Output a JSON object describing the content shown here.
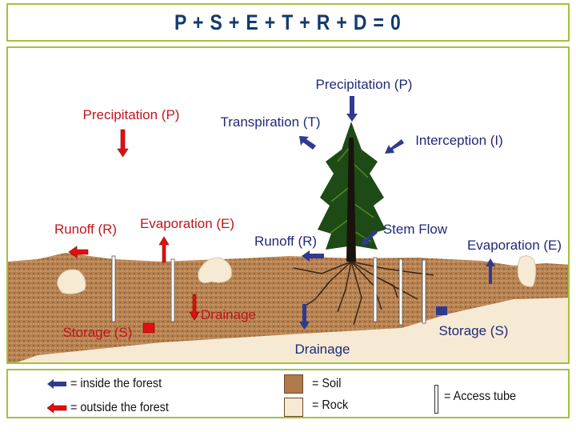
{
  "title": "P + S + E + T + R + D = 0",
  "colors": {
    "inside": "#2f3a8f",
    "outside": "#e01010",
    "soil": "#b07a4a",
    "rock": "#f7ead4",
    "border": "#a3c23a"
  },
  "outside_labels": {
    "precipitation": "Precipitation (P)",
    "runoff": "Runoff (R)",
    "evaporation": "Evaporation (E)",
    "drainage": "Drainage",
    "storage": "Storage (S)"
  },
  "inside_labels": {
    "precipitation": "Precipitation (P)",
    "transpiration": "Transpiration (T)",
    "interception": "Interception (I)",
    "stem_flow": "Stem Flow",
    "runoff": "Runoff (R)",
    "evaporation": "Evaporation (E)",
    "drainage": "Drainage",
    "storage": "Storage (S)"
  },
  "legend": {
    "inside": "=  inside the forest",
    "outside": "=  outside the forest",
    "soil": "=  Soil",
    "rock": "=  Rock",
    "tube": "= Access tube"
  }
}
